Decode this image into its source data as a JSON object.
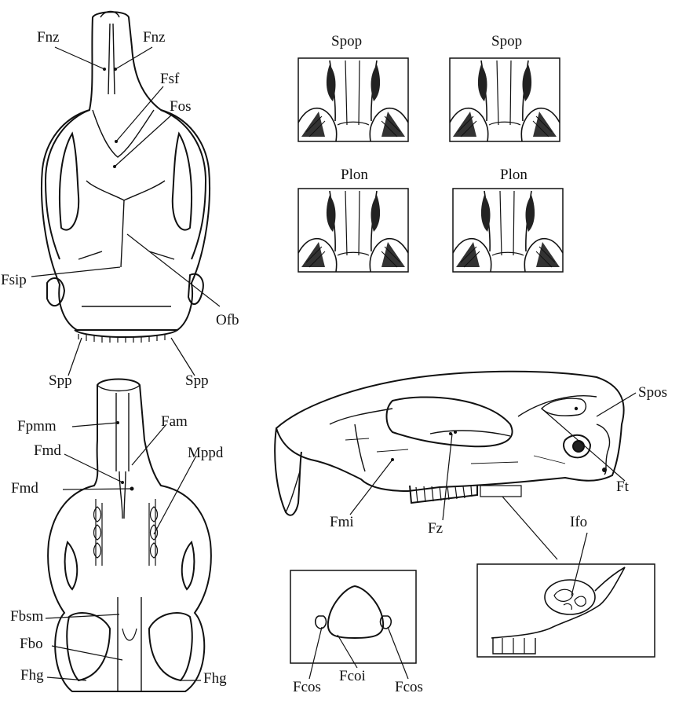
{
  "labels": {
    "fnz_left": "Fnz",
    "fnz_right": "Fnz",
    "fsf": "Fsf",
    "fos": "Fos",
    "fsip": "Fsip",
    "ofb": "Ofb",
    "spp_left": "Spp",
    "spp_right": "Spp",
    "fpmm": "Fpmm",
    "fam": "Fam",
    "fmd_upper": "Fmd",
    "mppd": "Mppd",
    "fmd_lower": "Fmd",
    "fbsm": "Fbsm",
    "fbo": "Fbo",
    "fhg_left": "Fhg",
    "fhg_right": "Fhg",
    "spop_1": "Spop",
    "spop_2": "Spop",
    "plon_1": "Plon",
    "plon_2": "Plon",
    "spos": "Spos",
    "ft": "Ft",
    "fmi": "Fmi",
    "fz": "Fz",
    "ifo": "Ifo",
    "fcoi": "Fcoi",
    "fcos_left": "Fcos",
    "fcos_right": "Fcos"
  },
  "colors": {
    "ink": "#111111",
    "paper": "#ffffff"
  }
}
